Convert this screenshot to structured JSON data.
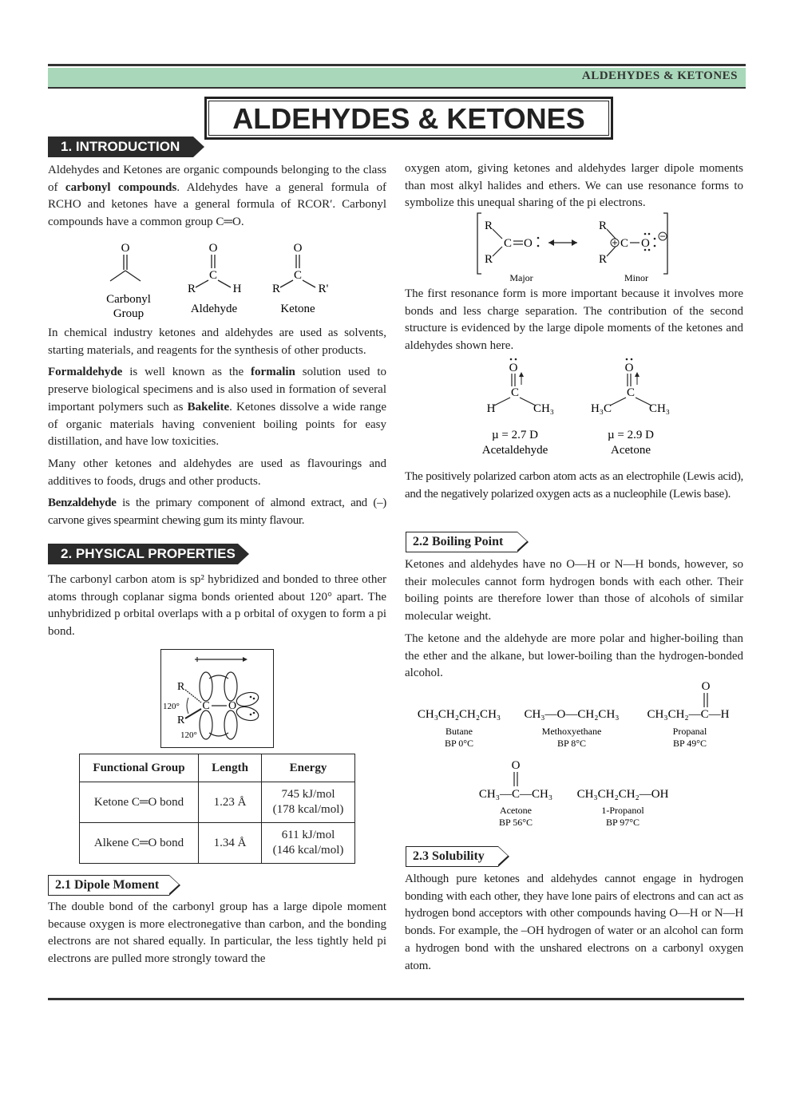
{
  "header": {
    "running_title": "ALDEHYDES & KETONES",
    "page_title": "ALDEHYDES & KETONES"
  },
  "sections": {
    "intro": "1.  INTRODUCTION",
    "physical": "2.  PHYSICAL PROPERTIES",
    "dipole": "2.1  Dipole Moment",
    "boiling": "2.2  Boiling Point",
    "solubility": "2.3  Solubility"
  },
  "intro": {
    "p1_a": "Aldehydes and Ketones are organic compounds belonging to the class of ",
    "p1_b": "carbonyl compounds",
    "p1_c": ". Aldehydes have a general formula of RCHO and ketones have a general formula of RCOR′. Carbonyl compounds have a common group ",
    "p1_group": "C═O",
    "p1_end": ".",
    "fig": {
      "carbonyl": "Carbonyl",
      "group": "Group",
      "aldehyde": "Aldehyde",
      "ketone": "Ketone",
      "O": "O",
      "C": "C",
      "R": "R",
      "H": "H",
      "Rp": "R'"
    },
    "p2": "In chemical industry ketones and aldehydes are used as solvents, starting materials, and reagents for the synthesis of other products.",
    "p3_a": "Formaldehyde",
    "p3_b": " is well known as the ",
    "p3_c": "formalin",
    "p3_d": " solution used to preserve biological specimens and is also used in formation of several important polymers such as ",
    "p3_e": "Bakelite",
    "p3_f": ". Ketones dissolve a wide range of organic materials having convenient boiling points for easy distillation, and have low toxicities.",
    "p4": "Many other ketones and aldehydes are used as flavourings and additives to foods, drugs and other products.",
    "p5_a": "Benzaldehyde",
    "p5_b": " is the primary component of almond extract, and (–) carvone gives spearmint chewing gum its minty flavour."
  },
  "physical": {
    "p1": "The carbonyl carbon atom is sp² hybridized and bonded to three other atoms through coplanar sigma bonds oriented about 120° apart. The unhybridized p orbital overlaps with a p orbital of oxygen to form a pi bond.",
    "orbital": {
      "R": "R",
      "C": "C",
      "O": "O",
      "angle": "120°"
    },
    "table": {
      "headers": [
        "Functional Group",
        "Length",
        "Energy"
      ],
      "rows": [
        {
          "group": "Ketone C═O bond",
          "length": "1.23 Å",
          "energy1": "745 kJ/mol",
          "energy2": "(178 kcal/mol)"
        },
        {
          "group": "Alkene C═O bond",
          "length": "1.34 Å",
          "energy1": "611 kJ/mol",
          "energy2": "(146 kcal/mol)"
        }
      ]
    }
  },
  "dipole": {
    "p1": "The double bond of the carbonyl group has a large dipole moment because oxygen is more electronegative than carbon, and the bonding electrons are not shared equally. In particular, the less tightly held pi electrons are pulled more strongly toward the",
    "p1_cont": "oxygen atom, giving ketones and aldehydes larger dipole moments than most alkyl halides and ethers. We can use resonance forms to symbolize this unequal sharing of the pi electrons.",
    "res": {
      "major": "Major",
      "minor": "Minor",
      "R": "R",
      "C": "C",
      "O": "O"
    },
    "p2": "The first resonance form is more important because it involves more bonds and less charge separation. The contribution of the second structure is evidenced by the large dipole moments of the ketones and aldehydes shown here.",
    "mol1": {
      "mu": "µ = 2.7 D",
      "name": "Acetaldehyde",
      "H": "H",
      "CH3": "CH₃"
    },
    "mol2": {
      "mu": "µ = 2.9 D",
      "name": "Acetone",
      "H3C": "H₃C",
      "CH3": "CH₃"
    },
    "p3": "The positively polarized carbon atom acts as an electrophile (Lewis acid), and the negatively polarized oxygen acts as a nucleophile (Lewis base)."
  },
  "boiling": {
    "p1_a": "Ketones and aldehydes have no ",
    "p1_oh": "O—H",
    "p1_or": " or ",
    "p1_nh": "N—H",
    "p1_b": " bonds, however, so their molecules cannot form hydrogen bonds with each other. Their boiling points are therefore lower than those of alcohols of similar molecular weight.",
    "p2": "The ketone and the aldehyde are more polar and higher-boiling than the ether and the alkane, but lower-boiling than the hydrogen-bonded alcohol.",
    "compounds": [
      {
        "formula": "CH₃CH₂CH₂CH₃",
        "name": "Butane",
        "bp": "BP 0°C"
      },
      {
        "formula": "CH₃—O—CH₂CH₃",
        "name": "Methoxyethane",
        "bp": "BP 8°C"
      },
      {
        "formula": "CH₃CH₂—C—H",
        "name": "Propanal",
        "bp": "BP 49°C"
      },
      {
        "formula": "CH₃—C—CH₃",
        "name": "Acetone",
        "bp": "BP 56°C"
      },
      {
        "formula": "CH₃CH₂CH₂—OH",
        "name": "1-Propanol",
        "bp": "BP 97°C"
      }
    ]
  },
  "solubility": {
    "p1_a": "Although pure ketones and aldehydes cannot engage in hydrogen bonding with each other, they have lone pairs of electrons and can act as hydrogen bond acceptors with other compounds having ",
    "p1_oh": "O—H",
    "p1_or": " or ",
    "p1_nh": "N—H",
    "p1_b": " bonds. For example, the –OH hydrogen of water or an alcohol can form a hydrogen bond with the unshared electrons on a carbonyl oxygen atom."
  }
}
